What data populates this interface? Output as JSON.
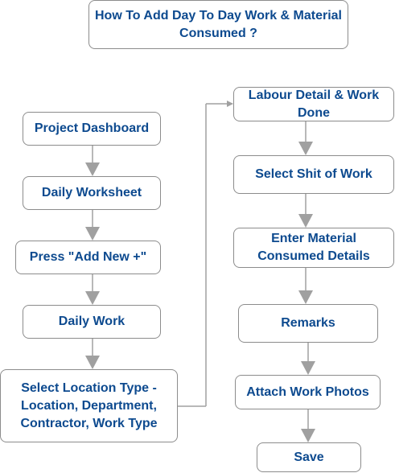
{
  "diagram": {
    "title": "How To Add Day To Day Work & Material Consumed ?",
    "colors": {
      "text": "#0d4a8f",
      "border": "#8c8c8c",
      "connector": "#a0a0a0"
    },
    "left_column": [
      {
        "id": "project-dashboard",
        "label": "Project Dashboard"
      },
      {
        "id": "daily-worksheet",
        "label": "Daily Worksheet"
      },
      {
        "id": "press-add-new",
        "label": "Press \"Add New +\""
      },
      {
        "id": "daily-work",
        "label": "Daily Work"
      },
      {
        "id": "select-location-type",
        "label": "Select Location Type - Location, Department, Contractor, Work Type"
      }
    ],
    "right_column": [
      {
        "id": "labour-detail",
        "label": "Labour Detail & Work Done"
      },
      {
        "id": "select-shift",
        "label": "Select Shit of Work"
      },
      {
        "id": "enter-material",
        "label": "Enter Material Consumed Details"
      },
      {
        "id": "remarks",
        "label": "Remarks"
      },
      {
        "id": "attach-photos",
        "label": "Attach Work Photos"
      },
      {
        "id": "save",
        "label": "Save"
      }
    ]
  }
}
